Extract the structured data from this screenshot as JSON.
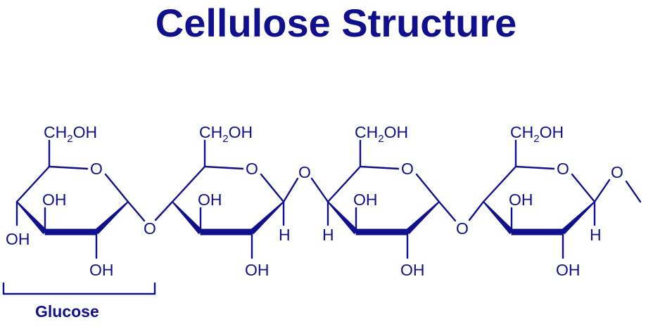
{
  "title": "Cellulose Structure",
  "bracket_label": "Glucose",
  "atoms": {
    "ring_oxygen": "O",
    "glycosidic_oxygen": "O",
    "hydroxyl": "OH",
    "hydrogen": "H",
    "ch2oh_prefix": "CH",
    "ch2oh_subscript": "2",
    "ch2oh_suffix": "OH",
    "end_oxygen": "O"
  },
  "colors": {
    "ink": "#10108c",
    "background": "#ffffff"
  },
  "units": [
    {
      "index": 1,
      "name": "glucose"
    },
    {
      "index": 2,
      "name": "glucose"
    },
    {
      "index": 3,
      "name": "glucose"
    },
    {
      "index": 4,
      "name": "glucose"
    }
  ]
}
